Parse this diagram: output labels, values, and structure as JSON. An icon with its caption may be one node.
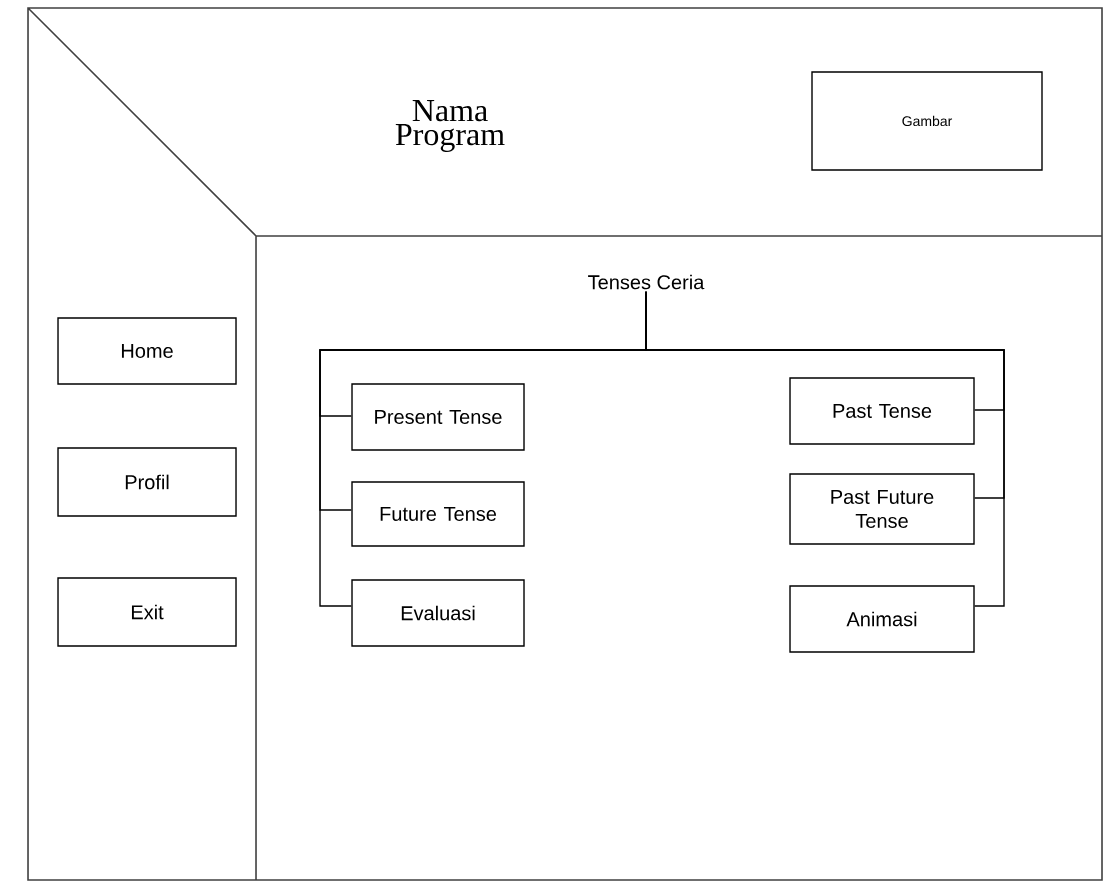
{
  "diagram": {
    "nodes": [
      {
        "text": [
          "Nama Program"
        ]
      },
      {
        "text": [
          "Gambar"
        ]
      },
      {
        "text": [
          "Home"
        ]
      },
      {
        "text": [
          "Profil"
        ]
      },
      {
        "text": [
          "Exit"
        ]
      },
      {
        "text": [
          "Tenses Ceria"
        ]
      },
      {
        "text": [
          "Present Tense"
        ]
      },
      {
        "text": [
          "Future Tense"
        ]
      },
      {
        "text": [
          "Evaluasi"
        ]
      },
      {
        "text": [
          "Past Tense"
        ]
      },
      {
        "text": [
          "Past Future Tense"
        ]
      },
      {
        "text": [
          "Animasi"
        ]
      }
    ],
    "edges": [
      {
        "from": 5,
        "to": 6,
        "arrow": "none"
      },
      {
        "from": 5,
        "to": 7,
        "arrow": "none"
      },
      {
        "from": 5,
        "to": 8,
        "arrow": "none"
      },
      {
        "from": 5,
        "to": 9,
        "arrow": "none"
      },
      {
        "from": 5,
        "to": 10,
        "arrow": "none"
      },
      {
        "from": 5,
        "to": 11,
        "arrow": "none"
      }
    ]
  }
}
